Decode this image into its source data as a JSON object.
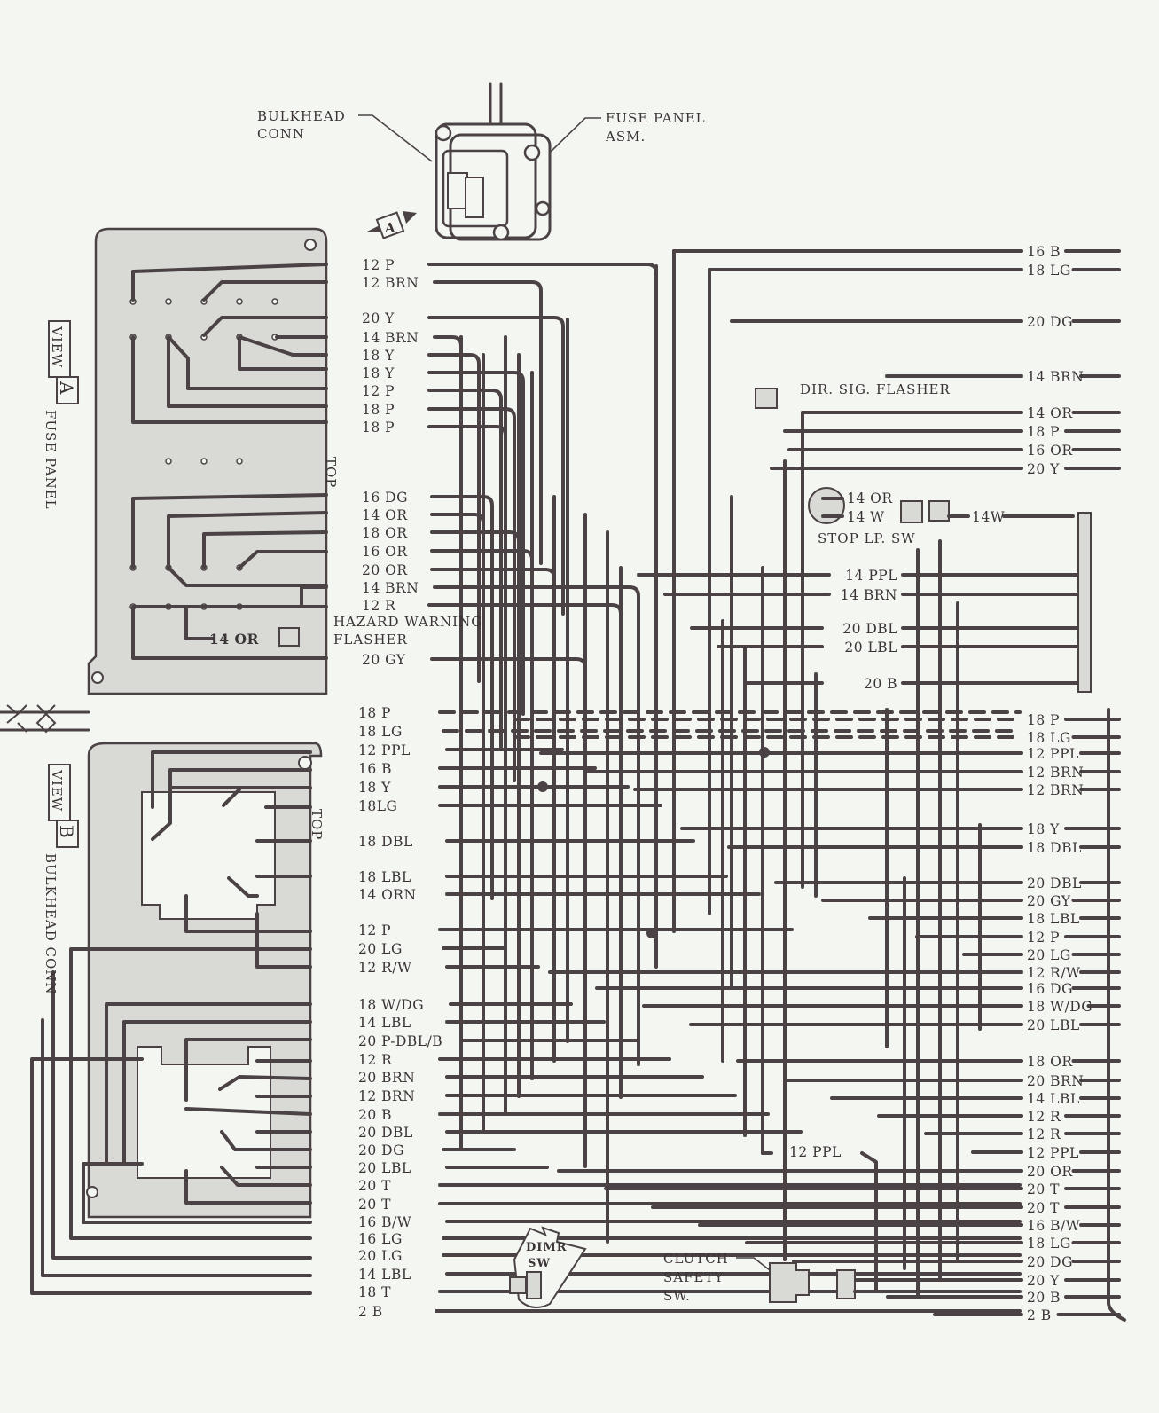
{
  "title_callouts": {
    "bulkhead_conn": [
      "BULKHEAD",
      "CONN"
    ],
    "fuse_panel_asm": [
      "FUSE PANEL",
      "ASM."
    ],
    "view_a_arrow": "A"
  },
  "view_a": {
    "view_word": "VIEW",
    "letter": "A",
    "caption": "FUSE PANEL",
    "top_mark": "TOP"
  },
  "view_b": {
    "view_word": "VIEW",
    "letter": "B",
    "caption": "BULKHEAD CONN",
    "top_mark": "TOP"
  },
  "components": {
    "dir_sig_flasher": "DIR. SIG. FLASHER",
    "stop_lp_sw": "STOP LP. SW",
    "stop_wires": [
      "14 OR",
      "14 W",
      "14W"
    ],
    "hazard_flasher": [
      "HAZARD WARNING",
      "FLASHER"
    ],
    "hazard_wire": "14 OR",
    "dimmer_sw": [
      "DIMR",
      "SW"
    ],
    "clutch_safety_sw": [
      "CLUTCH",
      "SAFETY",
      "SW."
    ],
    "clutch_wire": "12 PPL"
  },
  "left_wires_a": [
    "12 P",
    "12 BRN",
    "20 Y",
    "14 BRN",
    "18 Y",
    "18 Y",
    "12 P",
    "18 P",
    "18 P",
    "16 DG",
    "14 OR",
    "18 OR",
    "16 OR",
    "20 OR",
    "14 BRN",
    "12 R",
    "20 GY"
  ],
  "left_wires_b": [
    "18 P",
    "18 LG",
    "12 PPL",
    "16 B",
    "18 Y",
    "18LG",
    "18 DBL",
    "18 LBL",
    "14 ORN",
    "12 P",
    "20 LG",
    "12 R/W",
    "18 W/DG",
    "14 LBL",
    "20 P-DBL/B",
    "12 R",
    "20 BRN",
    "12 BRN",
    "20 B",
    "20 DBL",
    "20 DG",
    "20 LBL",
    "20 T",
    "20 T",
    "16 B/W",
    "16 LG",
    "20 LG",
    "14 LBL",
    "18 T",
    "2 B"
  ],
  "right_wires": [
    "16 B",
    "18 LG",
    "20 DG",
    "14 BRN",
    "14 OR",
    "18 P",
    "16 OR",
    "20 Y",
    "18 P",
    "18 LG",
    "12 PPL",
    "12 BRN",
    "12 BRN",
    "18 Y",
    "18 DBL",
    "20 DBL",
    "20 GY",
    "18 LBL",
    "12 P",
    "20 LG",
    "12 R/W",
    "16 DG",
    "18 W/DG",
    "20 LBL",
    "18 OR",
    "20 BRN",
    "14 LBL",
    "12 R",
    "12 R",
    "12 PPL",
    "20 OR",
    "20 T",
    "20 T",
    "16 B/W",
    "18 LG",
    "20 DG",
    "20 Y",
    "20 B",
    "2 B"
  ],
  "mid_wires": [
    "14 PPL",
    "14 BRN",
    "20 DBL",
    "20 LBL",
    "20 B"
  ],
  "colors": {
    "ink": "#4a4244",
    "paper": "#f4f6f2",
    "panel": "#d9dad6"
  }
}
